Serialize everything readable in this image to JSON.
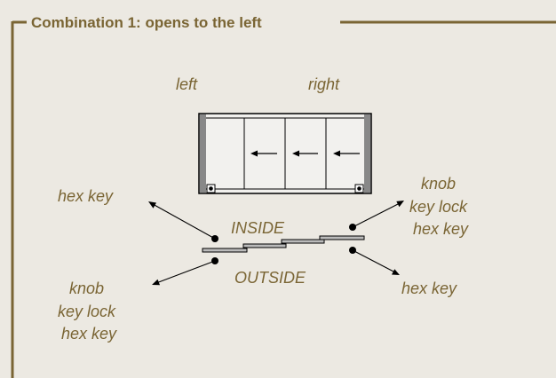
{
  "title": "Combination 1: opens to the left",
  "labels": {
    "left": "left",
    "right": "right",
    "inside": "INSIDE",
    "outside": "OUTSIDE",
    "top_left": "hex key",
    "top_right": [
      "knob",
      "key lock",
      "hex key"
    ],
    "bottom_left": [
      "knob",
      "key lock",
      "hex key"
    ],
    "bottom_right": "hex key"
  },
  "colors": {
    "background": "#ece9e2",
    "frame": "#7a6534",
    "title": "#7a6534",
    "label": "#7a6534",
    "stroke": "#000000",
    "panel_fill": "#f2f1ee",
    "frame_gray": "#888888"
  }
}
